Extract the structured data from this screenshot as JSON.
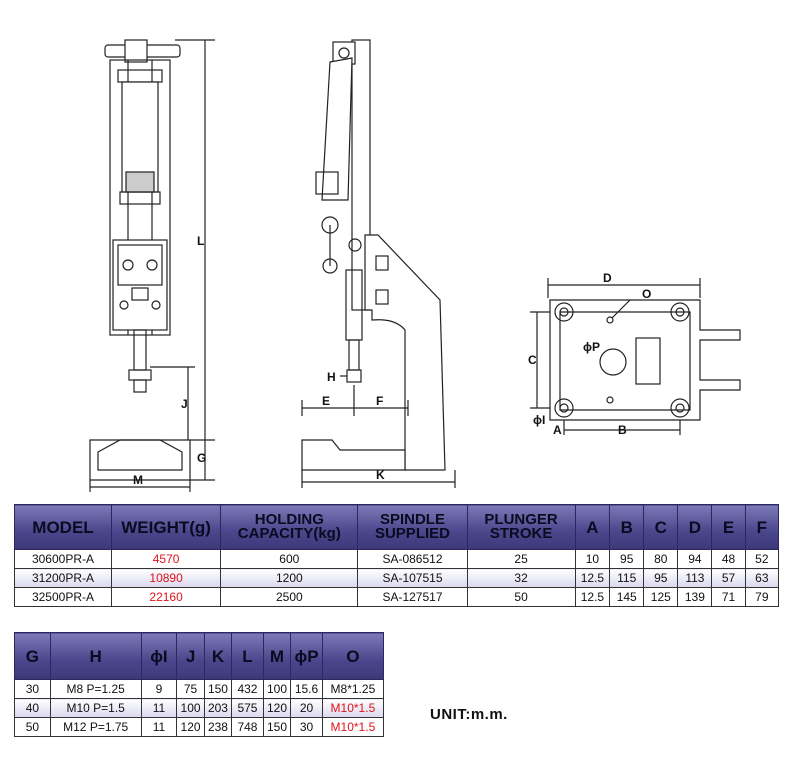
{
  "dimension_labels": {
    "L": "L",
    "J": "J",
    "G": "G",
    "M": "M",
    "H": "H",
    "E": "E",
    "F": "F",
    "K": "K",
    "D": "D",
    "O": "O",
    "C": "C",
    "P": "ϕP",
    "I": "ϕI",
    "A": "A",
    "B": "B"
  },
  "table1": {
    "headers": [
      "MODEL",
      "WEIGHT(g)",
      "HOLDING CAPACITY(kg)",
      "SPINDLE SUPPLIED",
      "PLUNGER STROKE",
      "A",
      "B",
      "C",
      "D",
      "E",
      "F"
    ],
    "header_lines": [
      [
        "MODEL"
      ],
      [
        "WEIGHT(g)"
      ],
      [
        "HOLDING",
        "CAPACITY(kg)"
      ],
      [
        "SPINDLE",
        "SUPPLIED"
      ],
      [
        "PLUNGER",
        "STROKE"
      ],
      [
        "A"
      ],
      [
        "B"
      ],
      [
        "C"
      ],
      [
        "D"
      ],
      [
        "E"
      ],
      [
        "F"
      ]
    ],
    "rows": [
      [
        "30600PR-A",
        "4570",
        "600",
        "SA-086512",
        "25",
        "10",
        "95",
        "80",
        "94",
        "48",
        "52"
      ],
      [
        "31200PR-A",
        "10890",
        "1200",
        "SA-107515",
        "32",
        "12.5",
        "115",
        "95",
        "113",
        "57",
        "63"
      ],
      [
        "32500PR-A",
        "22160",
        "2500",
        "SA-127517",
        "50",
        "12.5",
        "145",
        "125",
        "139",
        "71",
        "79"
      ]
    ],
    "accent_color": "#e0131b"
  },
  "table2": {
    "headers": [
      "G",
      "H",
      "ϕI",
      "J",
      "K",
      "L",
      "M",
      "ϕP",
      "O"
    ],
    "rows": [
      [
        "30",
        "M8 P=1.25",
        "9",
        "75",
        "150",
        "432",
        "100",
        "15.6",
        "M8*1.25"
      ],
      [
        "40",
        "M10 P=1.5",
        "11",
        "100",
        "203",
        "575",
        "120",
        "20",
        "M10*1.5"
      ],
      [
        "50",
        "M12 P=1.75",
        "11",
        "120",
        "238",
        "748",
        "150",
        "30",
        "M10*1.5"
      ]
    ]
  },
  "unit": "UNIT:m.m.",
  "header_color": "#4a468b"
}
